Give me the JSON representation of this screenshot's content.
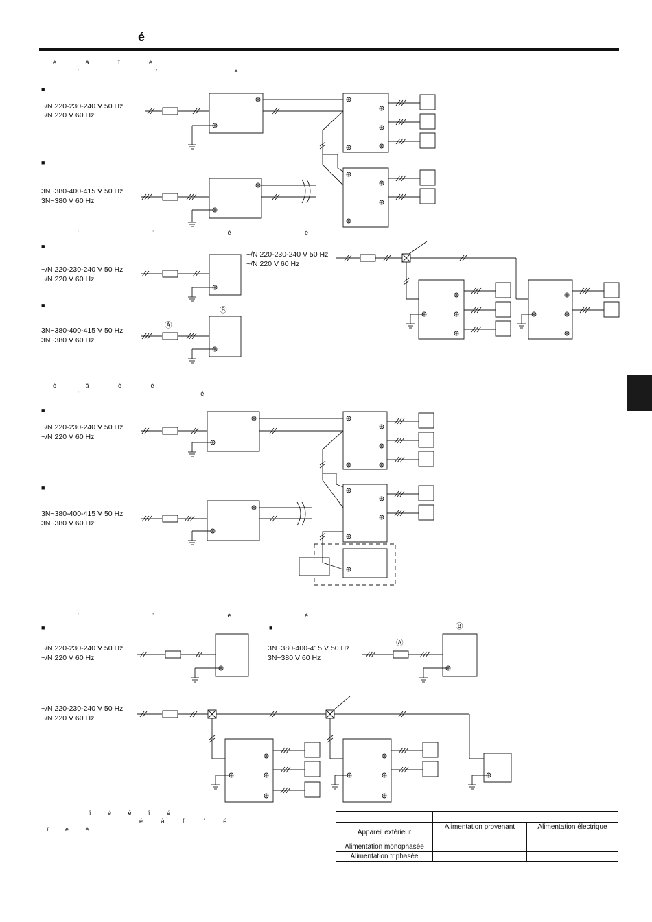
{
  "header": {
    "title_char": "é"
  },
  "intro1": {
    "line1": "é  â  î  é",
    "line2": "'  '  é"
  },
  "intro2": {
    "line1": "é  â  è  é",
    "line2": "'  é"
  },
  "note1": "'  '  é  é",
  "note2": "'  '  é  é",
  "supplies": {
    "single_50": "~/N 220-230-240 V 50 Hz",
    "single_60": "~/N 220 V 60 Hz",
    "three_50": "3N~380-400-415 V 50 Hz",
    "three_60": "3N~380 V 60 Hz"
  },
  "bullet": "■",
  "label_a": "Ⓐ",
  "label_b": "Ⓑ",
  "footer": {
    "line1": "î  é  è  î  é",
    "line2": "é à  ﬁ  '  é",
    "line3": "î  é  é"
  },
  "legend": {
    "header_right": "",
    "col0": "Appareil extérieur",
    "col1": "Alimentation provenant",
    "col2": "Alimentation électrique",
    "row1": "Alimentation monophasée",
    "row2": "Alimentation triphasée"
  }
}
